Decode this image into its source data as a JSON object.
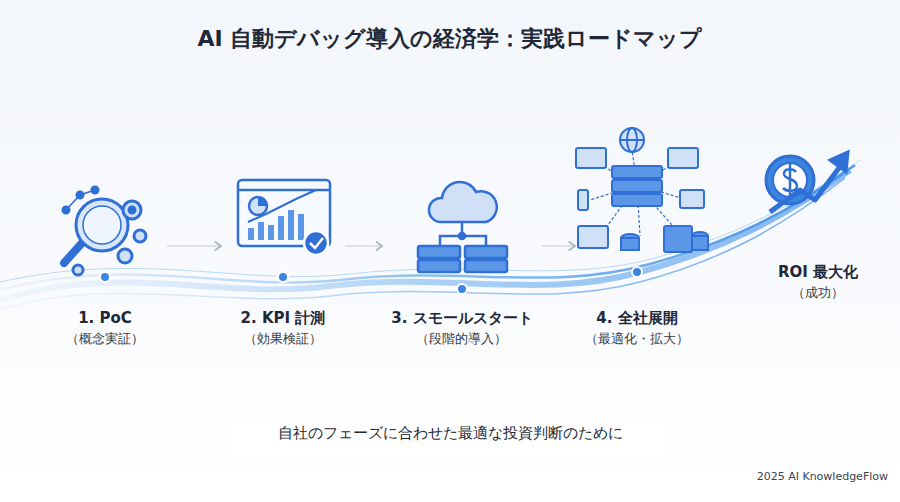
{
  "diagram": {
    "title": "AI 自動デバッグ導入の経済学：実践ロードマップ",
    "caption": "自社のフェーズに合わせた最適な投資判断のために",
    "nodes": [
      {
        "text": [
          "1. PoC",
          "（概念実証）"
        ]
      },
      {
        "text": [
          "2. KPI 計測",
          "（効果検証）"
        ]
      },
      {
        "text": [
          "3. スモールスタート",
          "（段階的導入）"
        ]
      },
      {
        "text": [
          "4. 全社展開",
          "（最適化・拡大）"
        ]
      },
      {
        "text": [
          "ROI 最大化",
          "（成功）"
        ]
      }
    ],
    "edges": [
      {
        "from": 0,
        "to": 1,
        "arrow": "to"
      },
      {
        "from": 1,
        "to": 2,
        "arrow": "to"
      },
      {
        "from": 2,
        "to": 3,
        "arrow": "to"
      }
    ],
    "labels": [
      "2025 AI KnowledgeFlow"
    ]
  }
}
